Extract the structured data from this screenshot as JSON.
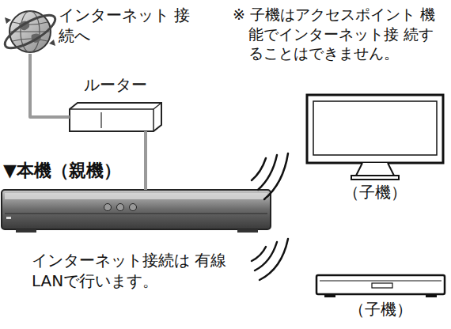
{
  "diagram": {
    "nodes": [
      {
        "text": [
          "インターネット 接続へ"
        ]
      },
      {
        "text": [
          "ルーター"
        ]
      },
      {
        "text": [
          "▼本機（親機）"
        ]
      },
      {
        "text": [
          "（子機）"
        ]
      },
      {
        "text": [
          "（子機）"
        ]
      }
    ],
    "edges": [
      {
        "from": 0,
        "to": 1,
        "arrow": "none"
      },
      {
        "from": 1,
        "to": 2,
        "arrow": "none"
      }
    ],
    "labels": [
      "※ 子機はアクセスポイント 機能でインターネット接 続することはできません。",
      "インターネット接続は 有線LANで行います。"
    ]
  }
}
